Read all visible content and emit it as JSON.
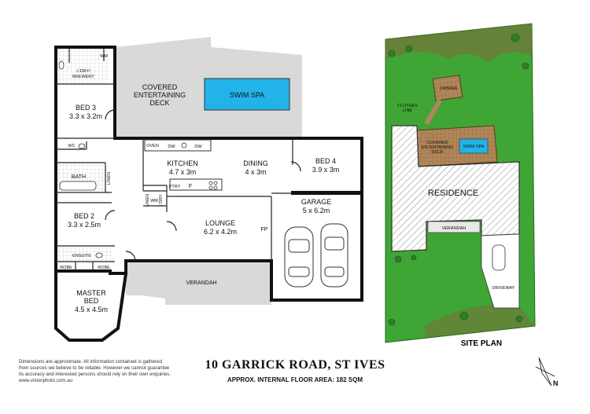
{
  "floor_plan": {
    "rooms": {
      "laundry": "L'DRY/\nBREWERY",
      "wm": "WM",
      "bed3_name": "BED 3",
      "bed3_size": "3.3 x 3.2m",
      "covered_deck": "COVERED\nENTERTAINING\nDECK",
      "swim_spa": "SWIM SPA",
      "wc": "WC",
      "bath": "BATH",
      "linen_a": "LINEN",
      "kitchen_name": "KITCHEN",
      "kitchen_size": "4.7 x 3m",
      "oven": "OVEN",
      "dw1": "DW",
      "dw2": "DW",
      "dining_name": "DINING",
      "dining_size": "4 x 3m",
      "bed4_name": "BED 4",
      "bed4_size": "3.9 x 3m",
      "ptry": "PTRY",
      "fridge": "F",
      "linen_b": "LINEN",
      "wm2": "WM",
      "laundry2": "L'DRY",
      "lounge_name": "LOUNGE",
      "lounge_size": "6.2 x 4.2m",
      "fp": "FP",
      "garage_name": "GARAGE",
      "garage_size": "5 x 6.2m",
      "bed2_name": "BED 2",
      "bed2_size": "3.3 x 2.5m",
      "ensuite": "ENSUITE",
      "robe1": "ROBE",
      "robe2": "ROBE",
      "verandah": "VERANDAH",
      "master_name": "MASTER\nBED",
      "master_size": "4.5 x 4.5m"
    }
  },
  "site_plan": {
    "residence": "RESIDENCE",
    "verandah": "VERANDAH",
    "cabana": "CABANA",
    "deck": "COVERED\nENTERTAINING\nDECK",
    "swim_spa": "SWIM SPA",
    "clothes_line": "CLOTHES\nLINE",
    "driveway": "DRIVEWAY",
    "caption": "SITE PLAN"
  },
  "footer": {
    "disclaimer": [
      "Dimensions are approximate. All information contained is gathered",
      "from sources we believe to be reliable. However we cannot guarantee",
      "its accuracy and interested persons should rely on their own enquiries.",
      "www.visionphoto.com.au"
    ],
    "address": "10 GARRICK ROAD, ST IVES",
    "floor_area": "APPROX. INTERNAL FLOOR AREA: 182 SQM"
  },
  "compass_label": "N",
  "colors": {
    "pool": "#22b4e8",
    "deck_grey": "#d9d9d9",
    "lawn": "#3fa535",
    "pavers": "#b0865a",
    "hatch": "#888888"
  }
}
